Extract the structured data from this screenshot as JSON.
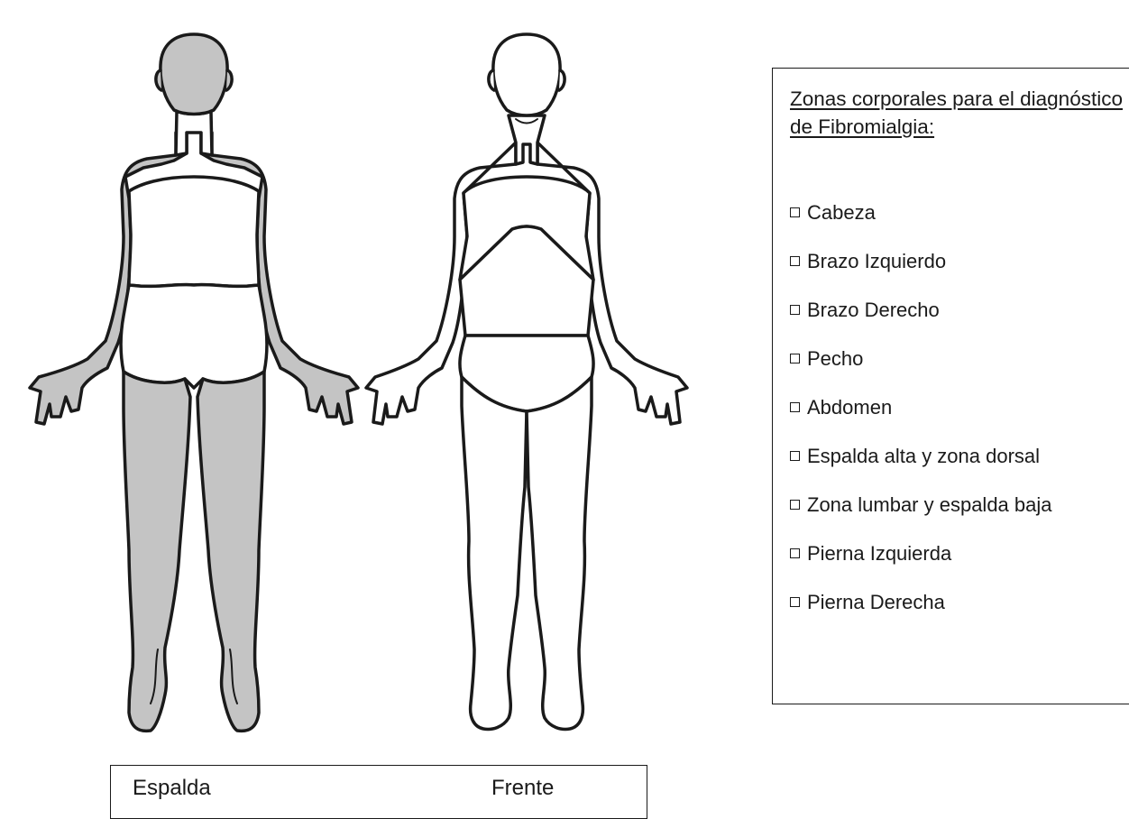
{
  "figure": {
    "views": [
      {
        "id": "back",
        "label": "Espalda",
        "shaded_regions": [
          "cabeza",
          "brazo-izquierdo",
          "brazo-derecho",
          "pierna-izquierda",
          "pierna-derecha"
        ]
      },
      {
        "id": "front",
        "label": "Frente",
        "shaded_regions": []
      }
    ],
    "colors": {
      "outline": "#1a1a1a",
      "shaded": "#c4c4c4",
      "unshaded": "#ffffff"
    }
  },
  "zones_panel": {
    "title": "Zonas corporales para el diagnóstico de Fibromialgia:",
    "checkbox_icon": "square-checkbox-icon",
    "items": [
      {
        "label": "Cabeza",
        "checked": false
      },
      {
        "label": "Brazo Izquierdo",
        "checked": false
      },
      {
        "label": "Brazo Derecho",
        "checked": false
      },
      {
        "label": "Pecho",
        "checked": false
      },
      {
        "label": "Abdomen",
        "checked": false
      },
      {
        "label": "Espalda alta y zona dorsal",
        "checked": false
      },
      {
        "label": "Zona lumbar y espalda baja",
        "checked": false
      },
      {
        "label": "Pierna Izquierda",
        "checked": false
      },
      {
        "label": "Pierna Derecha",
        "checked": false
      }
    ]
  }
}
